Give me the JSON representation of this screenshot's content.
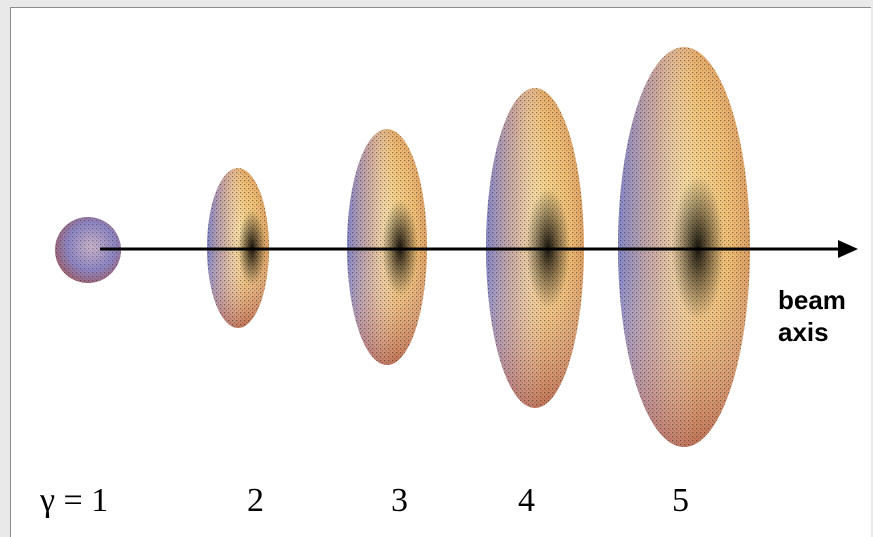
{
  "axis_label": {
    "line1": "beam",
    "line2": "axis"
  },
  "gamma_labels": [
    "γ = 1",
    "2",
    "3",
    "4",
    "5"
  ],
  "colors": {
    "ellipsoid_center": "#f6d08a",
    "ellipsoid_mid": "#e8b26a",
    "ellipsoid_left": "#8f8fcf",
    "ellipsoid_bottom": "#c87a5a",
    "axis": "#000000"
  }
}
